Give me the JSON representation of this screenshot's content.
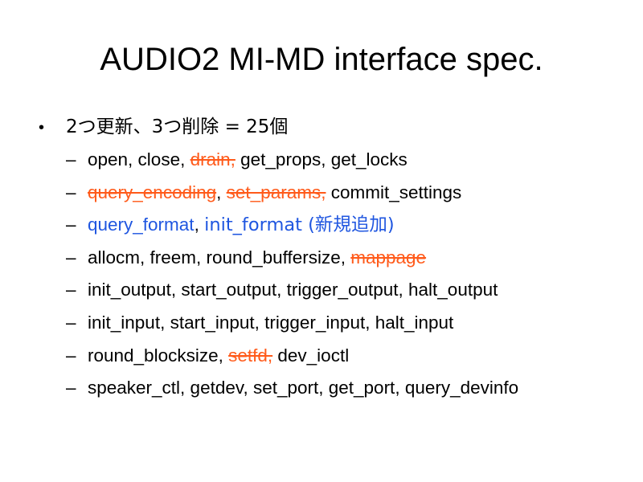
{
  "colors": {
    "deleted": "#ff5a1a",
    "added": "#1f56e0",
    "text": "#000000",
    "background": "#ffffff"
  },
  "title": "AUDIO2 MI-MD interface spec.",
  "bullet": {
    "marker": "•",
    "text": "2つ更新、3つ削除 = 25個"
  },
  "sub_marker": "–",
  "items": [
    {
      "segments": [
        {
          "text": "open, close, ",
          "style": "normal"
        },
        {
          "text": "drain,",
          "style": "deleted"
        },
        {
          "text": " get_props, get_locks",
          "style": "normal"
        }
      ]
    },
    {
      "segments": [
        {
          "text": "query_encoding",
          "style": "deleted"
        },
        {
          "text": ", ",
          "style": "normal"
        },
        {
          "text": "set_params,",
          "style": "deleted"
        },
        {
          "text": " commit_settings",
          "style": "normal"
        }
      ]
    },
    {
      "segments": [
        {
          "text": "query_format",
          "style": "added"
        },
        {
          "text": ", ",
          "style": "normal"
        },
        {
          "text": "init_format (新規追加)",
          "style": "added"
        }
      ]
    },
    {
      "segments": [
        {
          "text": "allocm, freem, round_buffersize, ",
          "style": "normal"
        },
        {
          "text": "mappage",
          "style": "deleted"
        }
      ]
    },
    {
      "segments": [
        {
          "text": "init_output, start_output, trigger_output, halt_output",
          "style": "normal"
        }
      ]
    },
    {
      "segments": [
        {
          "text": "init_input, start_input, trigger_input, halt_input",
          "style": "normal"
        }
      ]
    },
    {
      "segments": [
        {
          "text": "round_blocksize, ",
          "style": "normal"
        },
        {
          "text": "setfd,",
          "style": "deleted"
        },
        {
          "text": " dev_ioctl",
          "style": "normal"
        }
      ]
    },
    {
      "segments": [
        {
          "text": "speaker_ctl, getdev, set_port, get_port, query_devinfo",
          "style": "normal"
        }
      ]
    }
  ]
}
